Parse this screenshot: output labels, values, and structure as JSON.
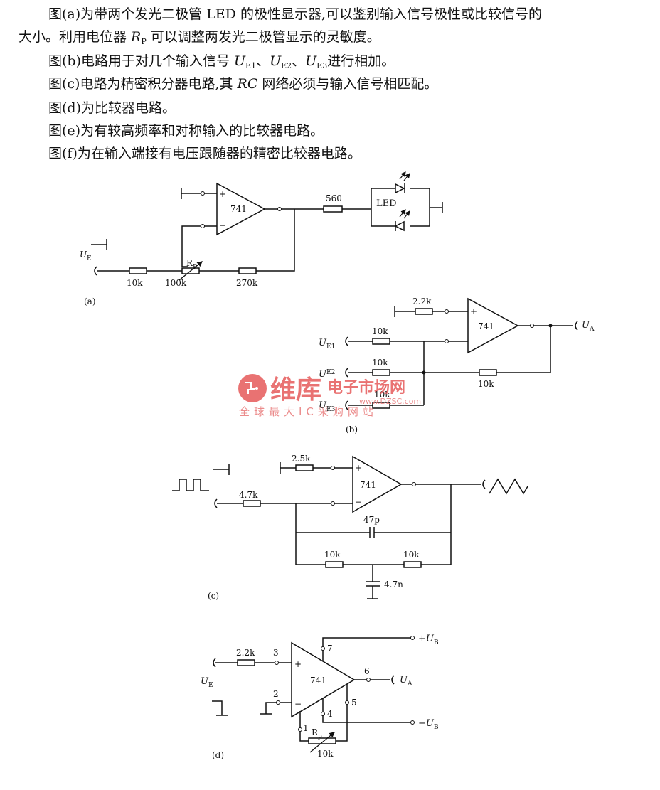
{
  "text": {
    "p1a": "图(a)为带两个发光二极管 LED 的极性显示器,可以鉴别输入信号极性或比较信号的",
    "p1b_pre": "大小。利用电位器 ",
    "p1b_sym": "R",
    "p1b_sub": "P",
    "p1b_post": " 可以调整两发光二极管显示的灵敏度。",
    "p2_pre": "图(b)电路用于对几个输入信号 ",
    "p2_u": "U",
    "p2_s1": "E1",
    "p2_s2": "E2",
    "p2_s3": "E3",
    "p2_sep": "、",
    "p2_post": "进行相加。",
    "p3_pre": "图(c)电路为精密积分器电路,其 ",
    "p3_rc": "RC",
    "p3_post": " 网络必须与输入信号相匹配。",
    "p4": "图(d)为比较器电路。",
    "p5": "图(e)为有较高频率和对称输入的比较器电路。",
    "p6": "图(f)为在输入端接有电压跟随器的精密比较器电路。"
  },
  "circuit_a": {
    "opamp": "741",
    "plus": "+",
    "minus": "−",
    "r_led": "560",
    "led": "LED",
    "u": "U",
    "u_sub": "E",
    "rp": "R",
    "rp_sub": "P",
    "r1": "10k",
    "rp_val": "100k",
    "rf": "270k",
    "caption": "(a)"
  },
  "circuit_b": {
    "opamp": "741",
    "plus": "+",
    "r_plus": "2.2k",
    "r1": "10k",
    "r2": "10k",
    "r3": "10k",
    "rf": "10k",
    "u": "U",
    "in1_sub": "E1",
    "in2_sub": "E2",
    "in3_sub": "E3",
    "out_sub": "A",
    "caption": "(b)"
  },
  "circuit_c": {
    "opamp": "741",
    "plus": "+",
    "minus": "−",
    "r_plus": "2.5k",
    "r_in": "4.7k",
    "cap": "47p",
    "r_a": "10k",
    "r_b": "10k",
    "c_gnd": "4.7n",
    "caption": "(c)"
  },
  "circuit_d": {
    "opamp": "741",
    "plus": "+",
    "minus": "−",
    "r_in": "2.2k",
    "pin3": "3",
    "pin2": "2",
    "pin7": "7",
    "pin6": "6",
    "pin5": "5",
    "pin4": "4",
    "pin1": "1",
    "u": "U",
    "in_sub": "E",
    "out_sub": "A",
    "vplus": "+",
    "vminus": "−",
    "ub": "U",
    "ub_sub": "B",
    "rp": "R",
    "rp_sub": "p",
    "rp_val": "10k",
    "caption": "(d)"
  },
  "watermark": {
    "brand": "维库",
    "site": "电子市场网",
    "url": "www.DZSC.com",
    "slogan": "全球最大IC采购网站"
  }
}
